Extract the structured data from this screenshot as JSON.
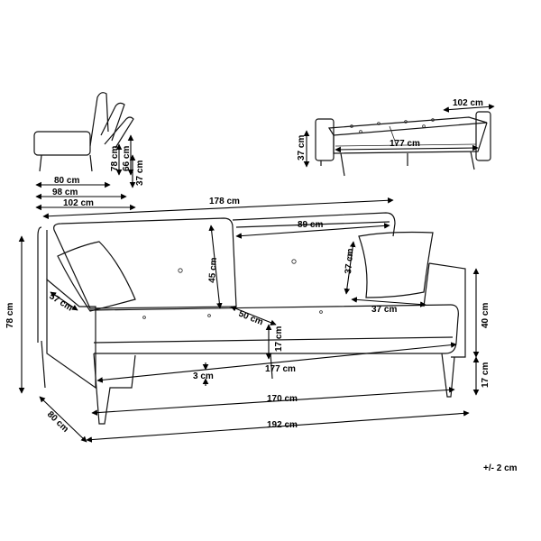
{
  "side_view": {
    "dim_80": "80 cm",
    "dim_98": "98 cm",
    "dim_102": "102 cm",
    "dim_78": "78 cm",
    "dim_66": "66 cm",
    "dim_37": "37 cm"
  },
  "bed_view": {
    "dim_102": "102 cm",
    "dim_177": "177 cm",
    "dim_37": "37 cm"
  },
  "front_view": {
    "dim_178": "178 cm",
    "dim_89": "89 cm",
    "dim_45": "45 cm",
    "dim_37_pillow_h": "37 cm",
    "dim_37_pillow_w": "37 cm",
    "dim_57": "57 cm",
    "dim_50": "50 cm",
    "dim_17_seat": "17 cm",
    "dim_3": "3 cm",
    "dim_177": "177 cm",
    "dim_170": "170 cm",
    "dim_192": "192 cm",
    "dim_78": "78 cm",
    "dim_80": "80 cm",
    "dim_40": "40 cm",
    "dim_17_leg": "17 cm"
  },
  "tolerance": "+/- 2 cm"
}
